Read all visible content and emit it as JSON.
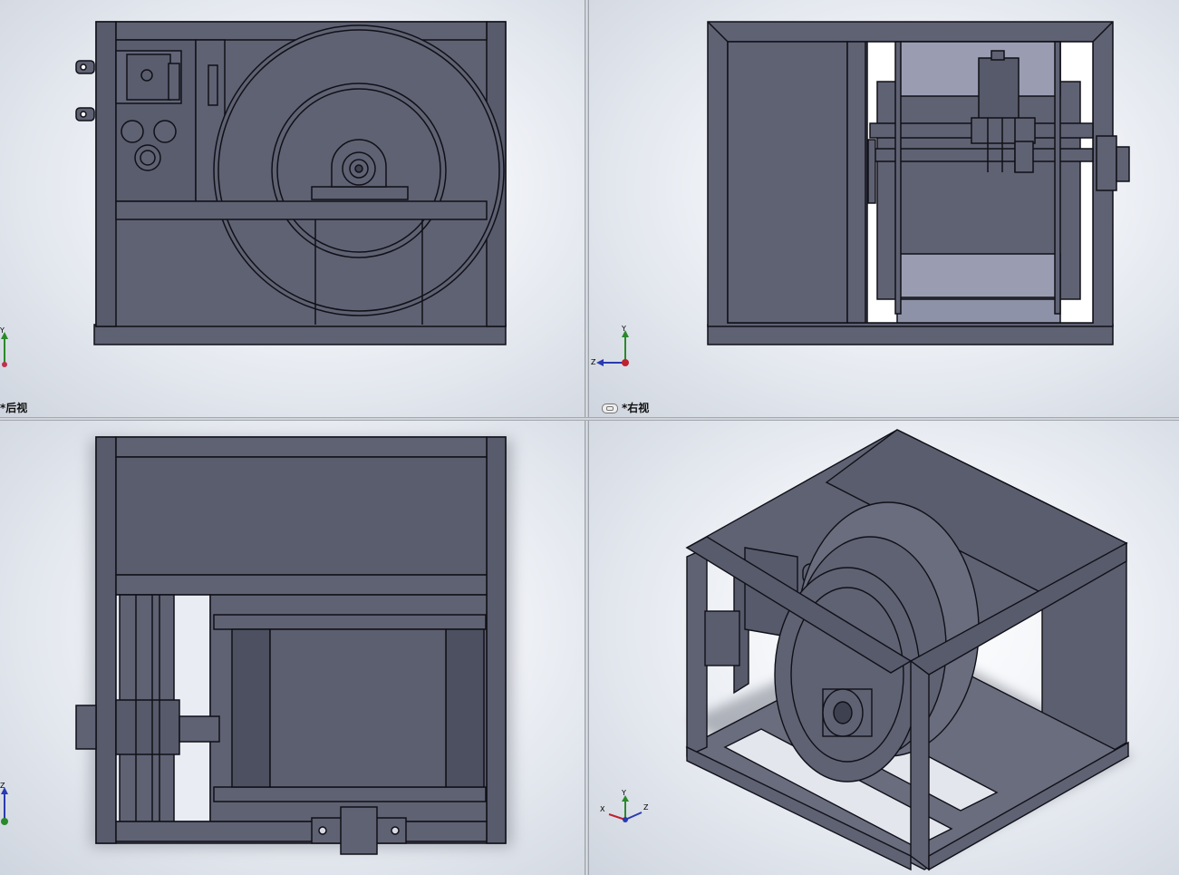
{
  "views": {
    "back": {
      "label": "*后视"
    },
    "right": {
      "label": "*右视"
    },
    "bottom": {
      "label": ""
    },
    "isometric": {
      "label": ""
    }
  },
  "triads": {
    "back": {
      "y": "Y"
    },
    "right": {
      "y": "Y",
      "z": "Z"
    },
    "bottom": {
      "z": "Z"
    },
    "isometric": {
      "x": "X",
      "y": "Y",
      "z": "Z"
    }
  },
  "colors": {
    "body": "#5f6273",
    "body_dark": "#4b4e5d",
    "edge": "#101018",
    "glass": "#8e92a8"
  }
}
